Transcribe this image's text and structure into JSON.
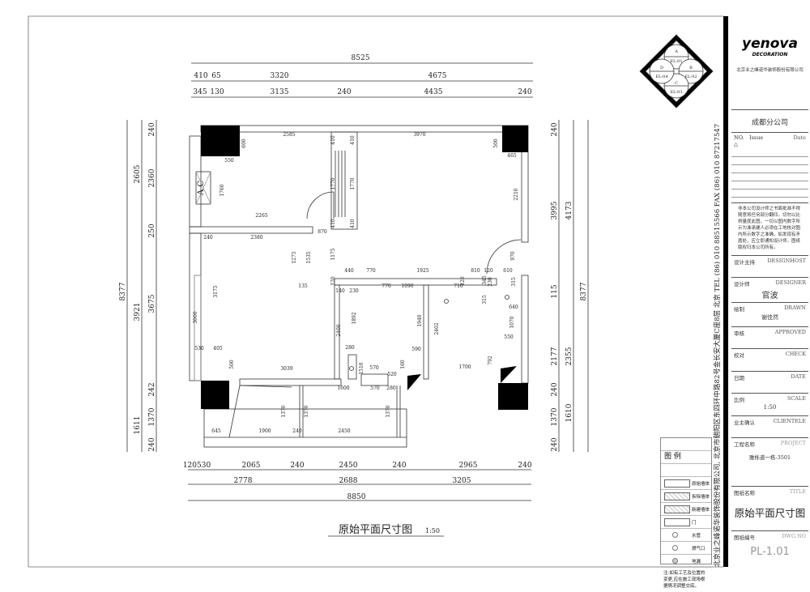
{
  "drawing": {
    "title": "原始平面尺寸图",
    "scale": "1:50",
    "ac_label": "A C",
    "top_dims": [
      "8525",
      "410",
      "65",
      "3320",
      "4675",
      "345",
      "130",
      "3135",
      "240",
      "4435",
      "240"
    ],
    "left_dims": [
      "8377",
      "2605",
      "3921",
      "1611",
      "240",
      "2360",
      "250",
      "3675",
      "242",
      "1370",
      "240"
    ],
    "right_dims": [
      "240",
      "3995",
      "115",
      "2177",
      "240",
      "1370",
      "240",
      "4173",
      "2355",
      "1610",
      "8377"
    ],
    "bottom_dims": [
      "120530",
      "2065",
      "240",
      "2450",
      "240",
      "2965",
      "240",
      "2778",
      "2688",
      "3205",
      "8850"
    ],
    "plan_dims": [
      "2585",
      "410",
      "410",
      "3970",
      "600",
      "500",
      "550",
      "465",
      "1760",
      "1770",
      "1770",
      "2210",
      "2265",
      "870",
      "410",
      "410",
      "240",
      "2380",
      "1275",
      "1535",
      "1175",
      "970",
      "440",
      "770",
      "1925",
      "810",
      "120",
      "610",
      "135",
      "3175",
      "3000",
      "120",
      "140",
      "230",
      "770",
      "1090",
      "710",
      "120",
      "345",
      "230",
      "315",
      "315",
      "640",
      "2400",
      "1892",
      "1940",
      "2402",
      "1070",
      "550",
      "590",
      "280",
      "530",
      "405",
      "500",
      "3039",
      "570",
      "520",
      "1510",
      "160",
      "1700",
      "792",
      "1600",
      "570",
      "280",
      "1370",
      "1370",
      "1370",
      "645",
      "1900",
      "240",
      "2450"
    ]
  },
  "compass": {
    "labels": [
      "A",
      "EL-01",
      "B",
      "EL-02",
      "C",
      "EL-03",
      "D",
      "EL-04"
    ]
  },
  "legend": {
    "title": "图  例",
    "items": [
      "原始墙体",
      "拆除墙体",
      "新建墙体",
      "门",
      "水管",
      "燃气口",
      "地漏"
    ],
    "note": "注:如有工艺及位置的变更,应在施工现场根据情况调整交底。"
  },
  "side_strip": "北京业之峰诺华装饰股份有限公司, 北京市朝阳区东四环中路82号金长安大厦C座8层     北京    TEL (86) 010 88515566     FAX (86) 010 87217547",
  "title_block": {
    "logo": "yenova",
    "logo_sub": "DECORATION",
    "company": "北京业之峰诺华装饰股份有限公司",
    "branch": "成都分公司",
    "issue_header": {
      "no": "NO.",
      "issue": "Issue",
      "date": "Date"
    },
    "issue_mark": "△",
    "disclaimer": "非本公司设计师之书面批准不得随意将任何部分翻印。切勿以比例量度此图，一切以图内数字所示为准承建人必须在工地核对图内所示数字之准确，如发现有矛盾处，应立即通知设计师。图纸版权归本公司所有。",
    "fields": [
      {
        "cn": "设计主持",
        "en": "DESIGNHOST",
        "value": ""
      },
      {
        "cn": "设计师",
        "en": "DESIGNER",
        "value": "官波"
      },
      {
        "cn": "绘制",
        "en": "DRAWN",
        "value": "谢佳然"
      },
      {
        "cn": "审核",
        "en": "APPROVED",
        "value": ""
      },
      {
        "cn": "校对",
        "en": "CHECK",
        "value": ""
      },
      {
        "cn": "日期",
        "en": "DATE",
        "value": ""
      },
      {
        "cn": "比例",
        "en": "SCALE",
        "value": "1:50"
      },
      {
        "cn": "业主确认",
        "en": "CLIENTELE",
        "value": ""
      }
    ],
    "project_label": {
      "cn": "工程名称",
      "en": "PROJECT"
    },
    "project": "雅栎道一栋-3501",
    "title_label": {
      "cn": "图纸名称",
      "en": "TITLE"
    },
    "title": "原始平面尺寸图",
    "dwg_label": {
      "cn": "图纸编号",
      "en": "DWG.NO"
    },
    "dwg_no": "PL-1.01"
  }
}
